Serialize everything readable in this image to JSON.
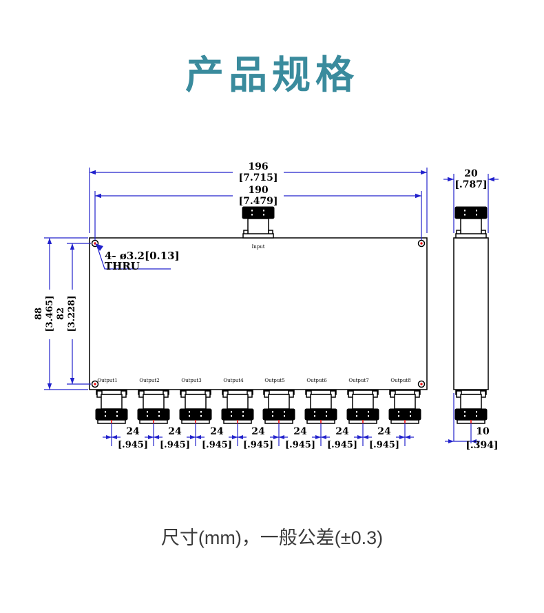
{
  "title": "产品规格",
  "footer": "尺寸(mm)，一般公差(±0.3)",
  "drawing": {
    "labels": {
      "input": "Input",
      "outputs": [
        "Output1",
        "Output2",
        "Output3",
        "Output4",
        "Output5",
        "Output6",
        "Output7",
        "Output8"
      ]
    },
    "note": {
      "line1": "4- ø3.2[0.13]",
      "line2": "THRU"
    },
    "dims": {
      "width_total": {
        "mm": "196",
        "in": "[7.715]"
      },
      "width_holes": {
        "mm": "190",
        "in": "[7.479]"
      },
      "height_total": {
        "mm": "88",
        "in": "[3.465]"
      },
      "height_holes": {
        "mm": "82",
        "in": "[3.228]"
      },
      "depth": {
        "mm": "20",
        "in": "[.787]"
      },
      "spacing": {
        "mm": "24",
        "in": "[.945]"
      },
      "offset": {
        "mm": "10",
        "in": "[.394]"
      }
    },
    "colors": {
      "title": "#3a8b9d",
      "dimension_line": "#2121cc",
      "center_mark": "#ee1111",
      "drawing_line": "#000000"
    }
  }
}
